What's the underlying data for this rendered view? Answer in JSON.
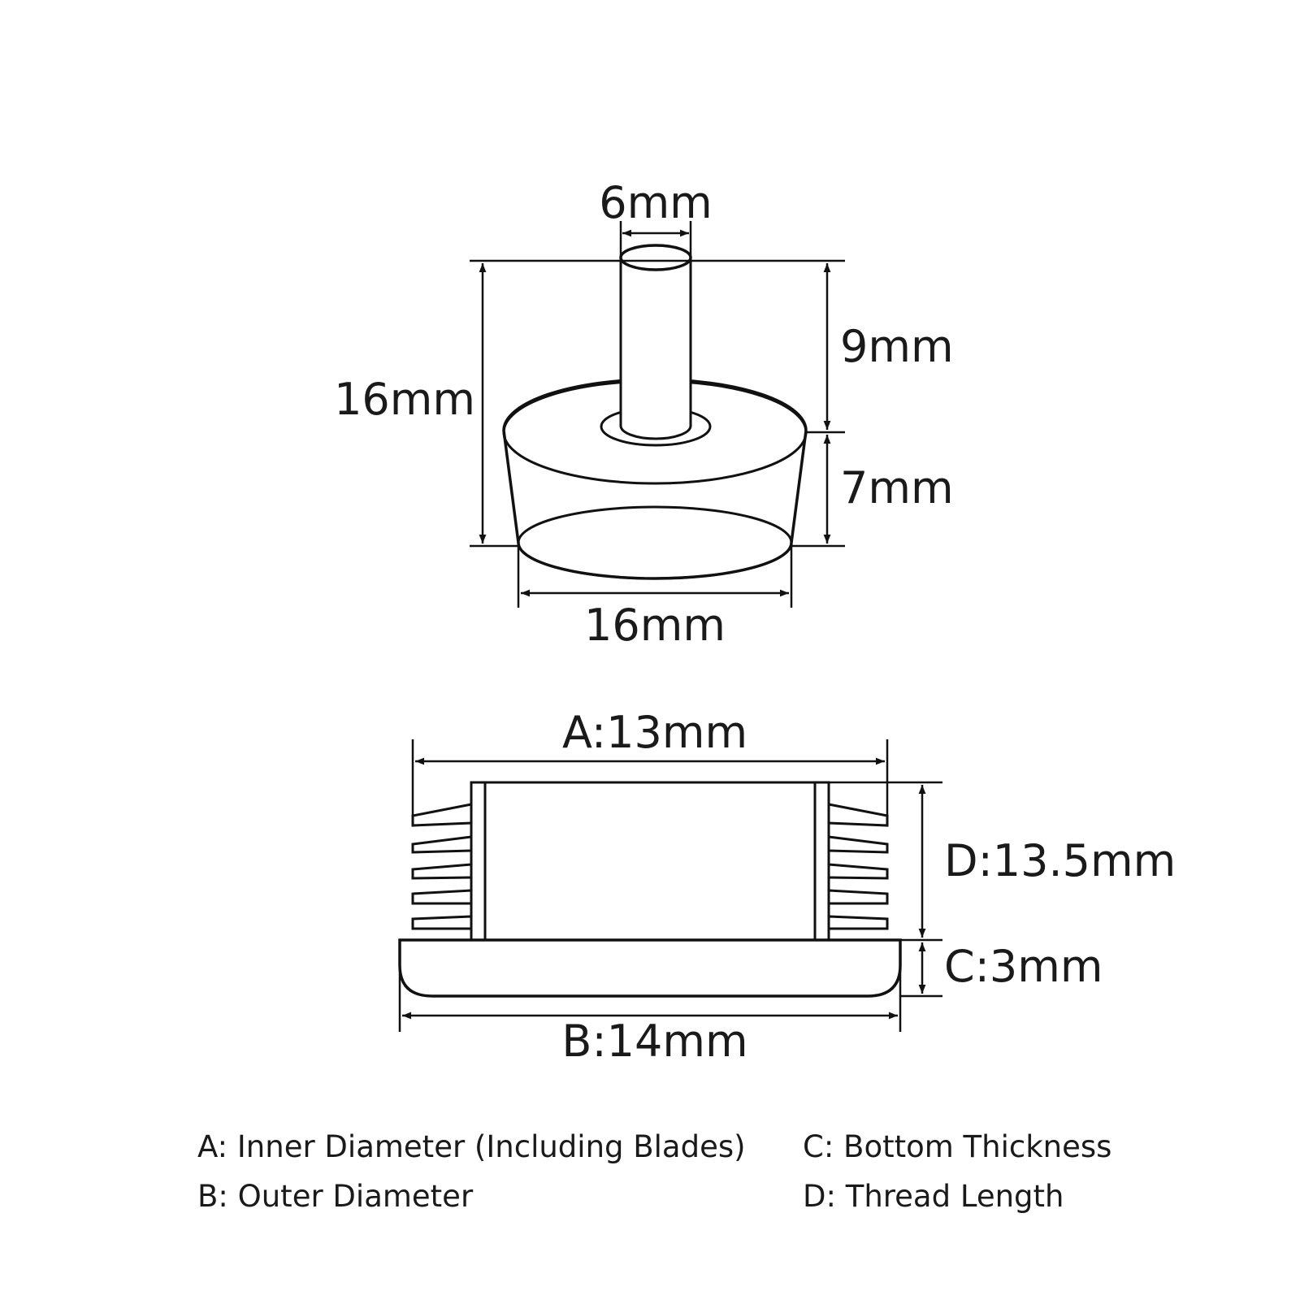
{
  "top_view": {
    "pin_diameter": "6mm",
    "pin_height": "9mm",
    "total_height": "16mm",
    "base_height": "7mm",
    "base_diameter": "16mm"
  },
  "section_view": {
    "a_label": "A:13mm",
    "b_label": "B:14mm",
    "c_label": "C:3mm",
    "d_label": "D:13.5mm"
  },
  "legend": {
    "a": "A: Inner Diameter (Including Blades)",
    "b": "B: Outer Diameter",
    "c": "C: Bottom Thickness",
    "d": "D: Thread Length"
  }
}
